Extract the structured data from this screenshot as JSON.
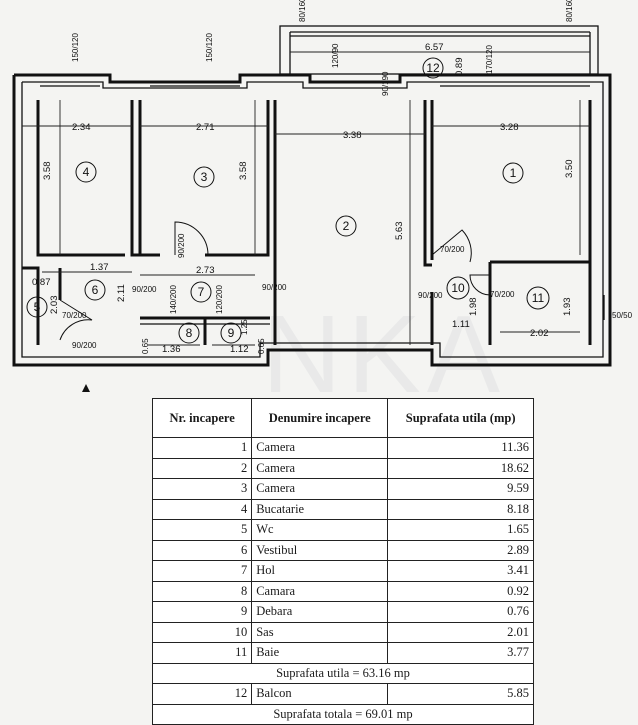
{
  "table": {
    "headers": {
      "nr": "Nr. incapere",
      "name": "Denumire incapere",
      "area": "Suprafata utila (mp)"
    },
    "rooms": [
      {
        "nr": "1",
        "name": "Camera",
        "area": "11.36"
      },
      {
        "nr": "2",
        "name": "Camera",
        "area": "18.62"
      },
      {
        "nr": "3",
        "name": "Camera",
        "area": "9.59"
      },
      {
        "nr": "4",
        "name": "Bucatarie",
        "area": "8.18"
      },
      {
        "nr": "5",
        "name": "Wc",
        "area": "1.65"
      },
      {
        "nr": "6",
        "name": "Vestibul",
        "area": "2.89"
      },
      {
        "nr": "7",
        "name": "Hol",
        "area": "3.41"
      },
      {
        "nr": "8",
        "name": "Camara",
        "area": "0.92"
      },
      {
        "nr": "9",
        "name": "Debara",
        "area": "0.76"
      },
      {
        "nr": "10",
        "name": "Sas",
        "area": "2.01"
      },
      {
        "nr": "11",
        "name": "Baie",
        "area": "3.77"
      }
    ],
    "useful_total": "Suprafata utila = 63.16 mp",
    "balcony": {
      "nr": "12",
      "name": "Balcon",
      "area": "5.85"
    },
    "grand_total": "Suprafata totala = 69.01 mp"
  },
  "plan": {
    "room_numbers": [
      "1",
      "2",
      "3",
      "4",
      "5",
      "6",
      "7",
      "8",
      "9",
      "10",
      "11",
      "12"
    ],
    "dimensions": [
      "2.34",
      "2.71",
      "3.38",
      "3.28",
      "3.58",
      "3.58",
      "5.63",
      "3.50",
      "6.57",
      "0.89",
      "0.87",
      "1.37",
      "2.73",
      "2.11",
      "2.03",
      "1.98",
      "1.93",
      "2.02",
      "1.11",
      "1.36",
      "1.12",
      "0.65",
      "1.25",
      "0.65"
    ],
    "opening_labels": [
      "80/160",
      "80/160",
      "150/120",
      "150/120",
      "120/90",
      "90/190",
      "170/120",
      "90/200",
      "90/200",
      "90/200",
      "70/200",
      "90/200",
      "70/200",
      "70/200",
      "140/200",
      "120/200",
      "90/200",
      "50/50"
    ],
    "watermark": "NKA"
  }
}
